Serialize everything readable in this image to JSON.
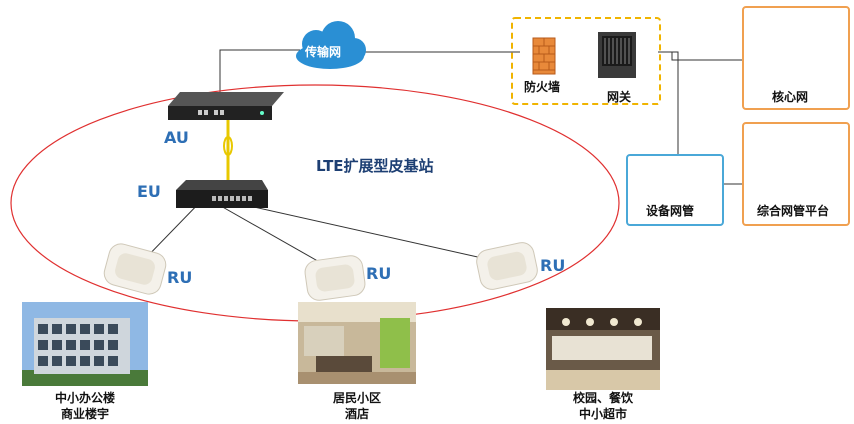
{
  "cloud": {
    "label": "传输网"
  },
  "gateway_group": {
    "firewall_label": "防火墙",
    "gateway_label": "网关"
  },
  "core": {
    "label": "核心网"
  },
  "device_mgmt": {
    "label": "设备网管"
  },
  "integrated_mgmt": {
    "label": "综合网管平台"
  },
  "base_station": {
    "title": "LTE扩展型皮基站",
    "au_label": "AU",
    "eu_label": "EU",
    "ru_labels": [
      "RU",
      "RU",
      "RU"
    ]
  },
  "scenarios": [
    {
      "line1": "中小办公楼",
      "line2": "商业楼宇"
    },
    {
      "line1": "居民小区",
      "line2": "酒店"
    },
    {
      "line1": "校园、餐饮",
      "line2": "中小超市"
    }
  ],
  "colors": {
    "ellipse": "#e03030",
    "orange_border": "#f0a050",
    "blue_border": "#4aa8d8",
    "dashed_border": "#f0b400",
    "cloud": "#2a8fd4",
    "label_blue": "#2e6fb5",
    "fiber": "#e8c800"
  }
}
